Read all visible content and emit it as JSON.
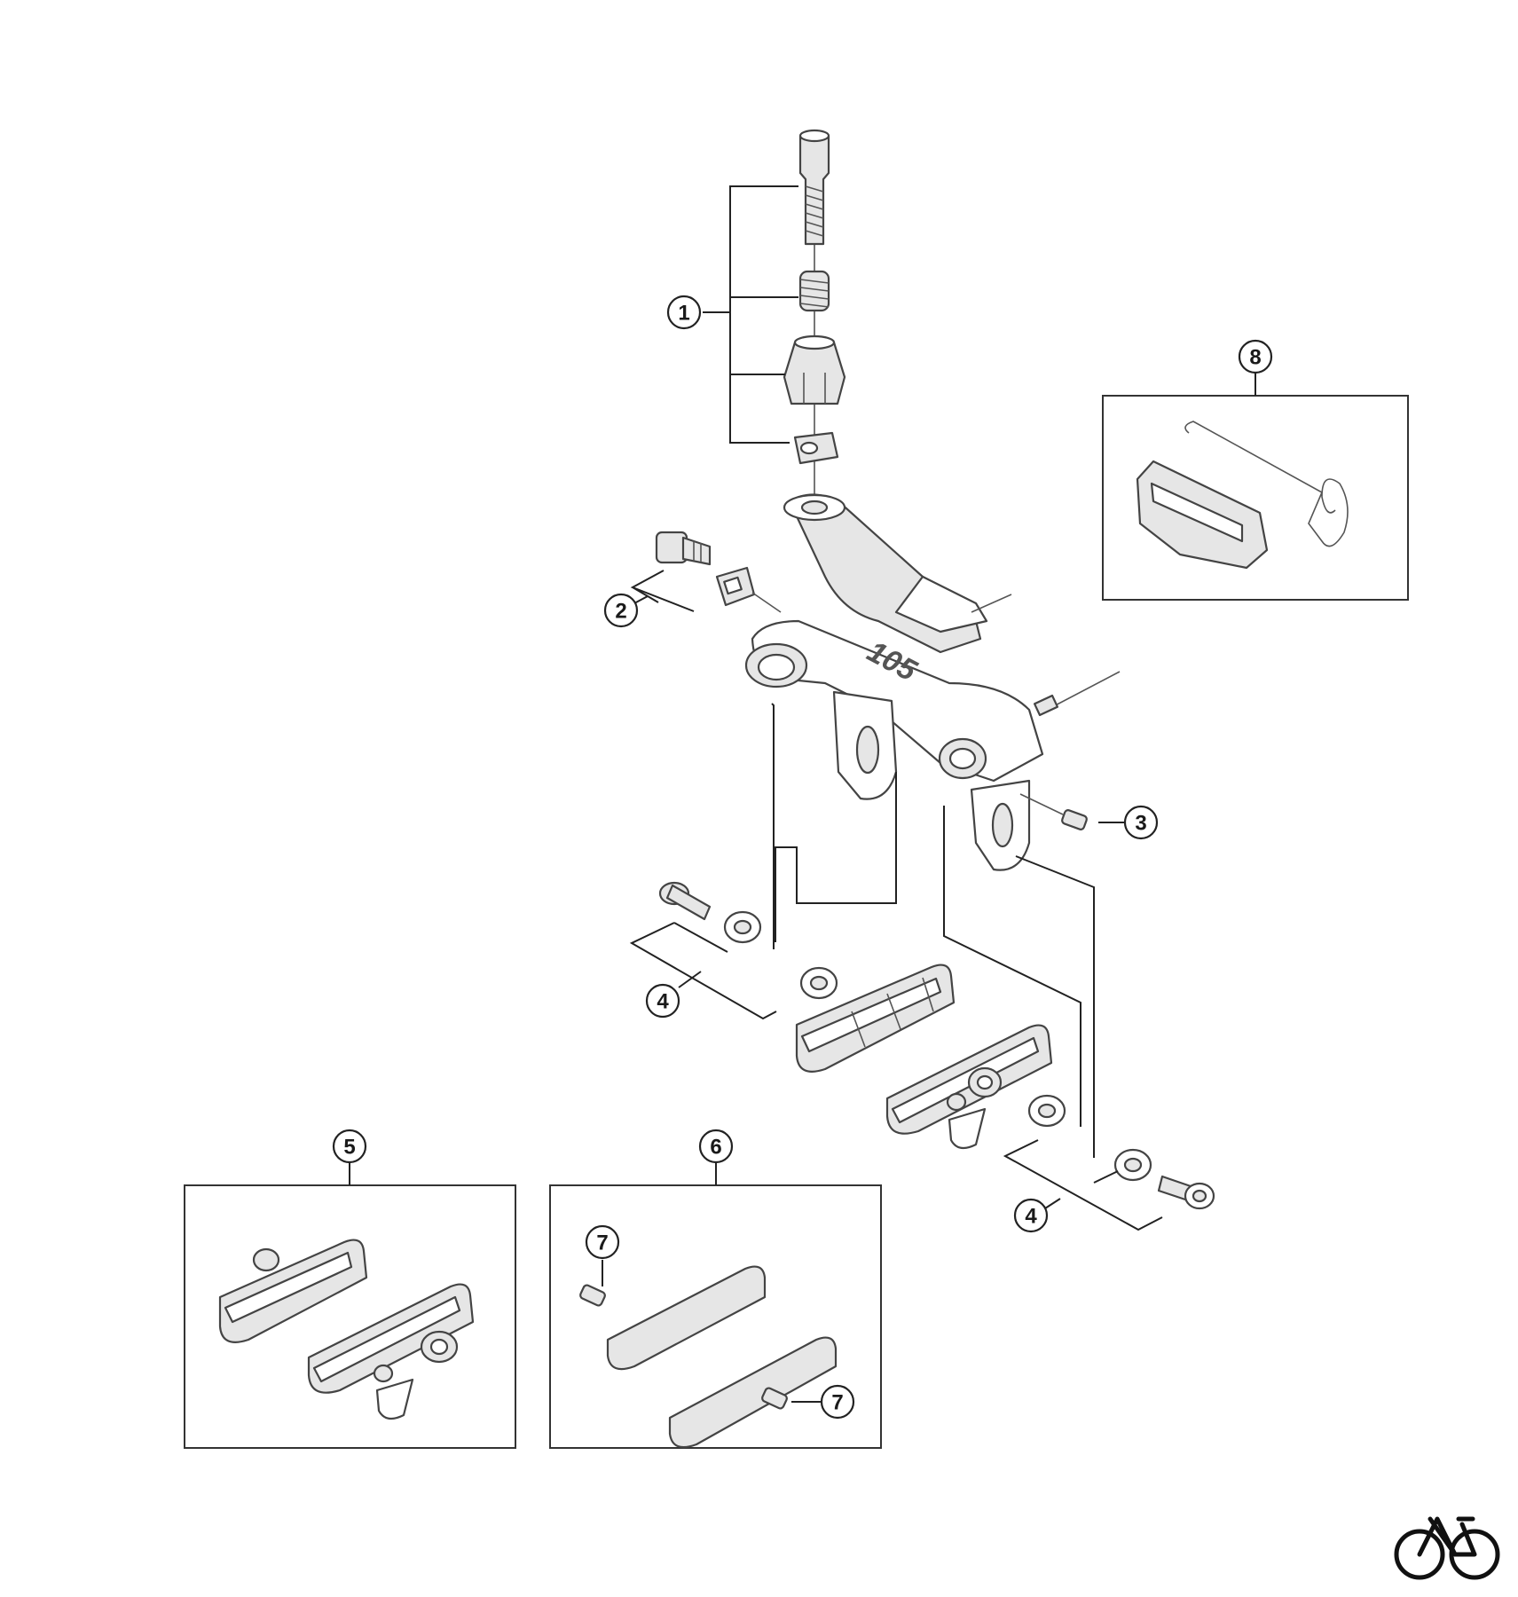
{
  "callouts": [
    {
      "id": "1",
      "text": "1"
    },
    {
      "id": "2",
      "text": "2"
    },
    {
      "id": "3",
      "text": "3"
    },
    {
      "id": "4a",
      "text": "4"
    },
    {
      "id": "4b",
      "text": "4"
    },
    {
      "id": "5",
      "text": "5"
    },
    {
      "id": "6",
      "text": "6"
    },
    {
      "id": "7a",
      "text": "7"
    },
    {
      "id": "7b",
      "text": "7"
    },
    {
      "id": "8",
      "text": "8"
    }
  ],
  "caliper_brand_mark": "105",
  "colors": {
    "line": "#222222",
    "part_fill": "#e6e6e6",
    "background": "#ffffff"
  },
  "icons": [
    "bicycle-icon"
  ]
}
